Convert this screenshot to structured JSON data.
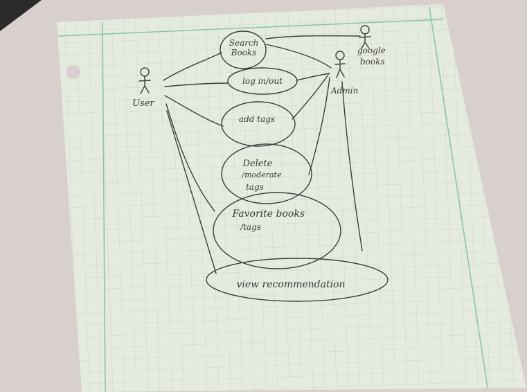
{
  "actors": {
    "user": "User",
    "admin": "Admin",
    "google_books": "google books"
  },
  "use_cases": {
    "search_books": "Search Books",
    "login_out": "log in/out",
    "add_tags": "add tags",
    "delete_tags": "Delete /moderate tags",
    "favorite_books": "Favorite books /tags",
    "view_recommendation": "view recommendation"
  },
  "colors": {
    "paper": "#e7ecdf",
    "grid": "#bcc8bd",
    "margin_line": "#86c7ab",
    "pencil": "#3d3d3d",
    "background": "#d9d1d1"
  }
}
